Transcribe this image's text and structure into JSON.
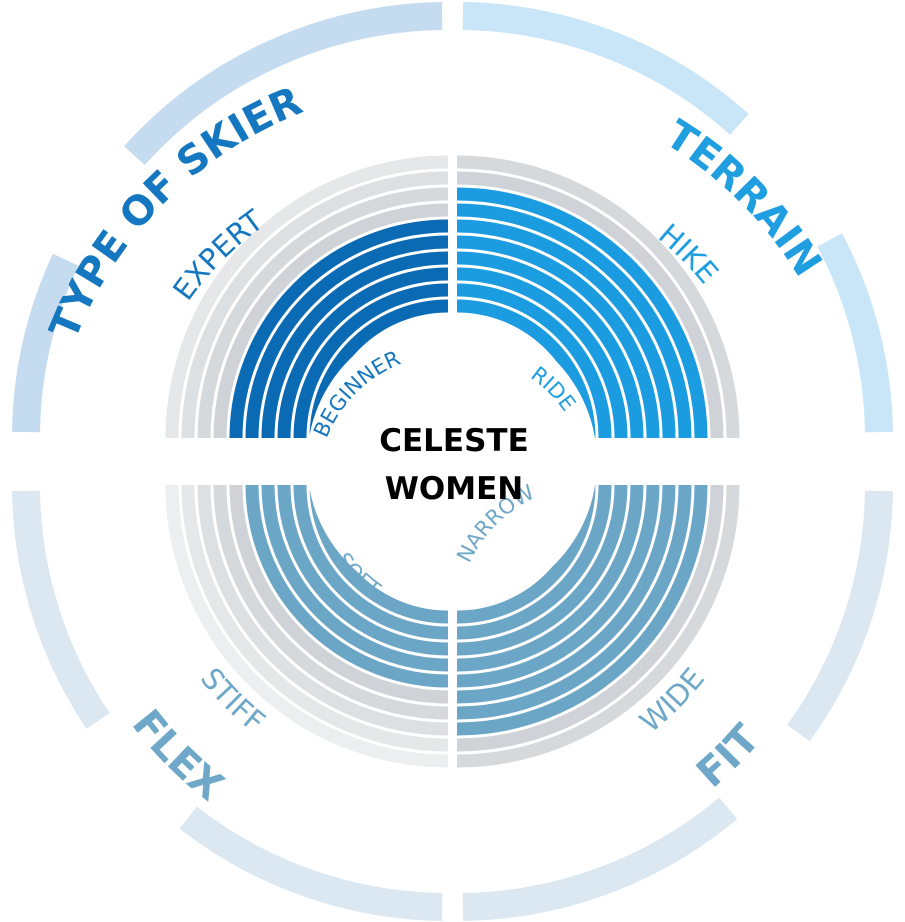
{
  "center": {
    "line1": "CELESTE",
    "line2": "WOMEN"
  },
  "chart_data": {
    "type": "radial",
    "levels": 10,
    "quadrants": [
      {
        "key": "skier",
        "category": "TYPE OF SKIER",
        "low": "BEGINNER",
        "high": "EXPERT",
        "value": 6,
        "color": "#0b6ab4",
        "band_color": "#c5dcf0",
        "text_color": "#1577c0"
      },
      {
        "key": "terrain",
        "category": "TERRAIN",
        "low": "RIDE",
        "high": "HIKE",
        "value": 8,
        "color": "#1b9be0",
        "band_color": "#c8e6f7",
        "text_color": "#1f9ee0"
      },
      {
        "key": "fit",
        "category": "FIT",
        "low": "NARROW",
        "high": "WIDE",
        "value": 8,
        "color": "#6ca6c6",
        "band_color": "#dbe8f1",
        "text_color": "#6ea7c8"
      },
      {
        "key": "flex",
        "category": "FLEX",
        "low": "SOFT",
        "high": "STIFF",
        "value": 5,
        "color": "#6ca6c6",
        "band_color": "#dbe8f1",
        "text_color": "#6ea7c8"
      }
    ]
  }
}
